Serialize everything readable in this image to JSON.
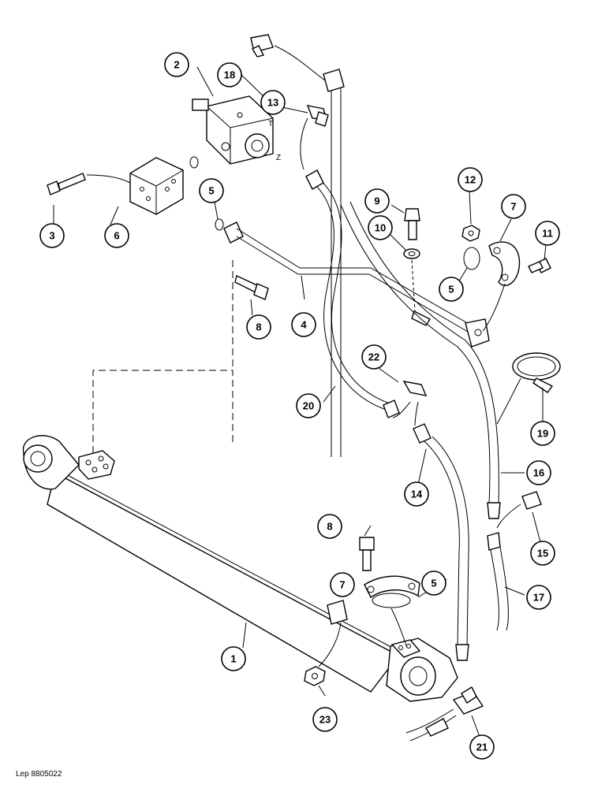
{
  "diagram": {
    "reference": "Lep 8805022",
    "port_labels": {
      "t": "T",
      "z": "Z"
    },
    "callouts": [
      "1",
      "2",
      "3",
      "4",
      "5",
      "5",
      "5",
      "6",
      "7",
      "7",
      "8",
      "8",
      "9",
      "10",
      "11",
      "12",
      "13",
      "14",
      "15",
      "16",
      "17",
      "18",
      "19",
      "20",
      "21",
      "22",
      "23"
    ]
  }
}
